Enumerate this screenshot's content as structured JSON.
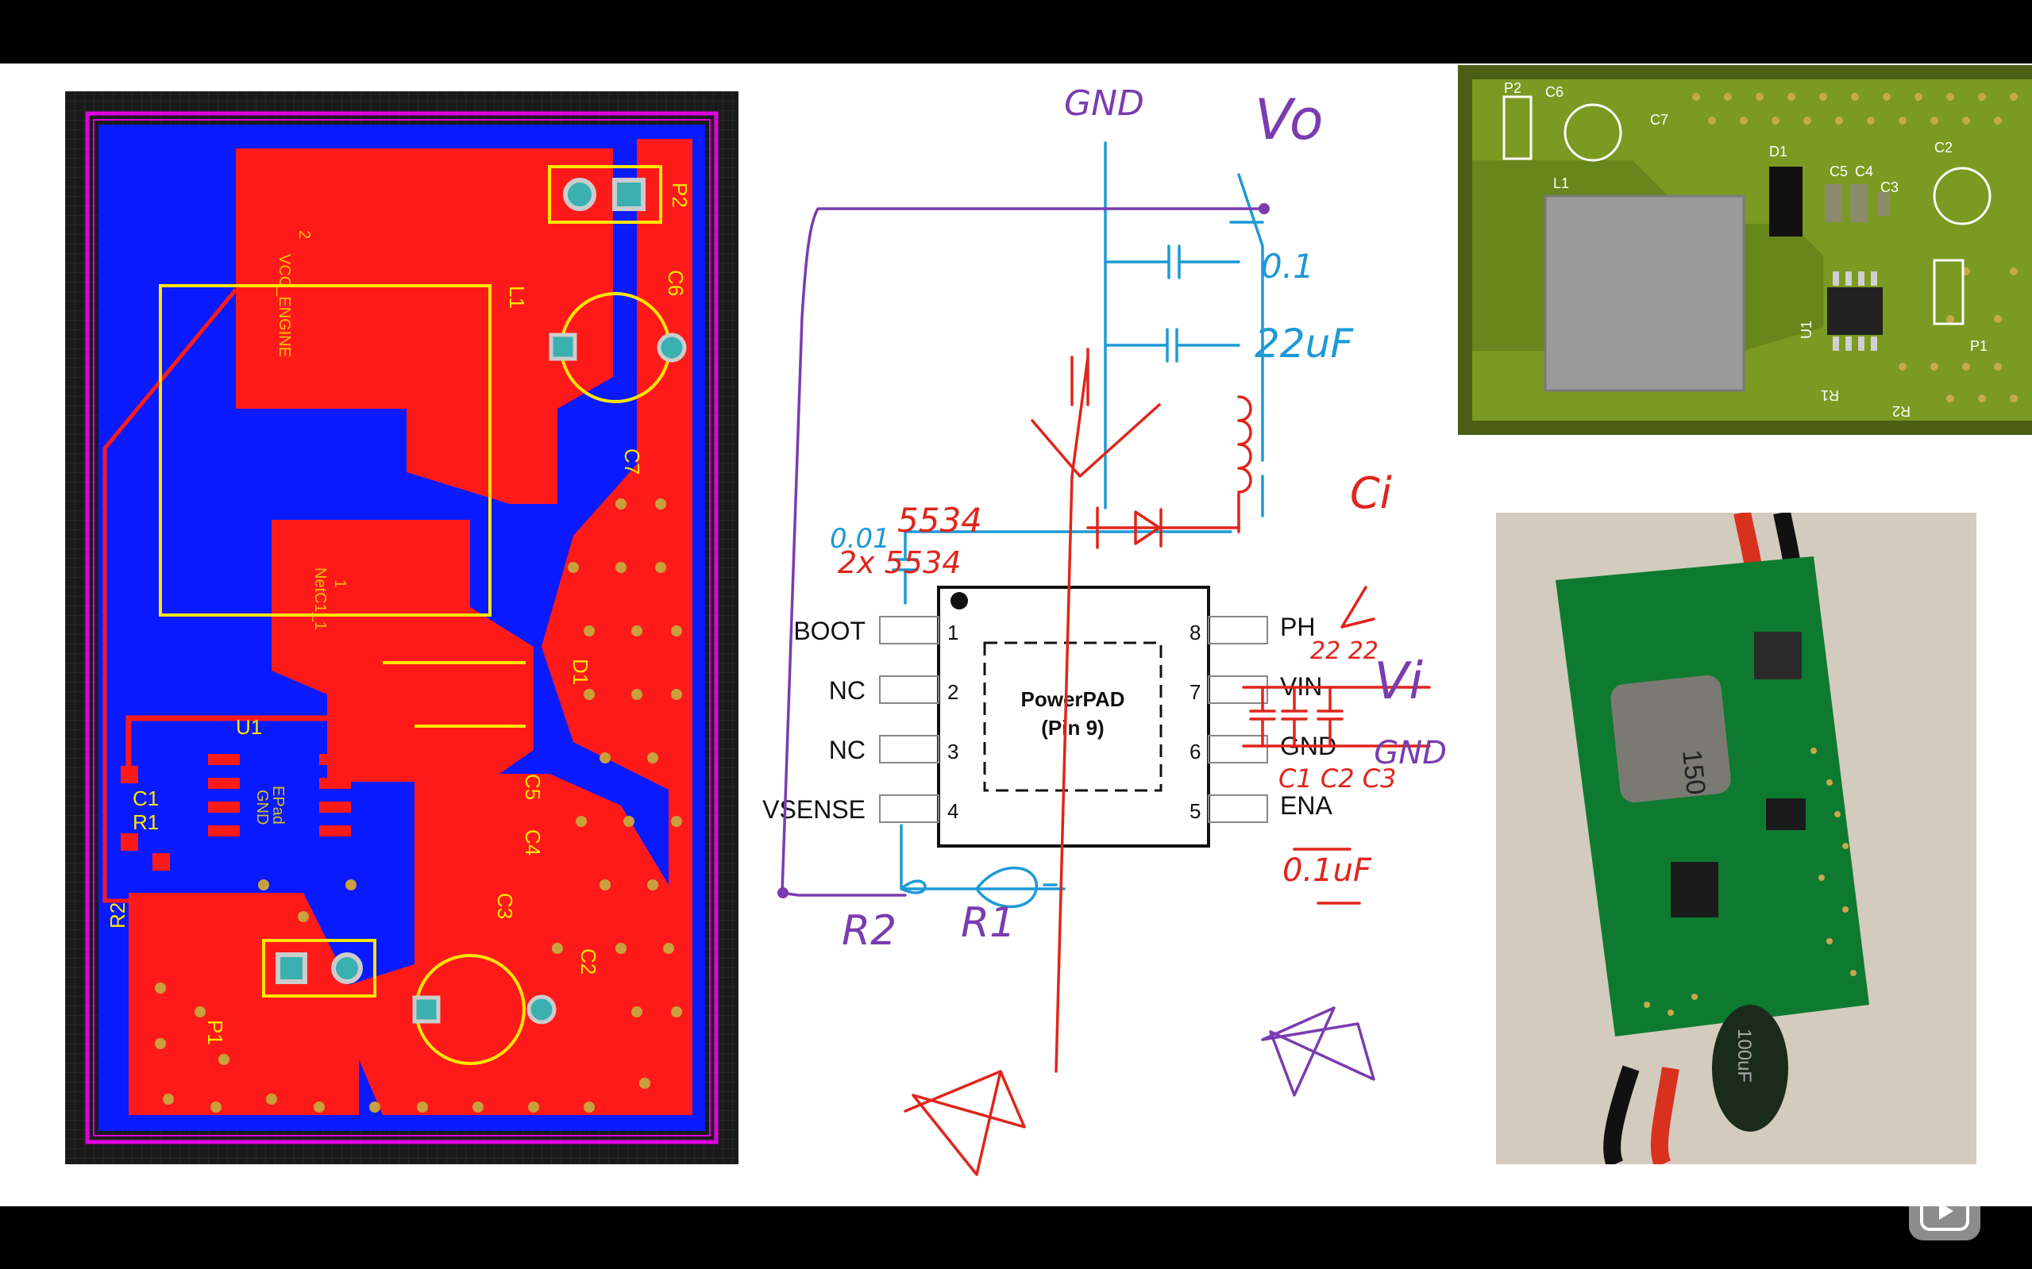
{
  "pcb_layout": {
    "ref_designators": [
      "P2",
      "L1",
      "C6",
      "C7",
      "D1",
      "U1",
      "C1",
      "R1",
      "R2",
      "C5",
      "C4",
      "C3",
      "C2",
      "P1"
    ],
    "net_labels": {
      "vcc_num": "2",
      "vcc_name": "VCC_ENGINE",
      "net1_num": "1",
      "net1_name": "NetC1_1",
      "epad": "EPad",
      "gnd": "GND"
    },
    "colors": {
      "top_copper": "#ff1a1a",
      "bottom_copper": "#0a1aff",
      "silkscreen": "#ffe600",
      "outline": "#e000e0"
    }
  },
  "schematic": {
    "ic": {
      "pad_line1": "PowerPAD",
      "pad_line2": "(Pin 9)",
      "left_pins": [
        {
          "num": "1",
          "name": "BOOT"
        },
        {
          "num": "2",
          "name": "NC"
        },
        {
          "num": "3",
          "name": "NC"
        },
        {
          "num": "4",
          "name": "VSENSE"
        }
      ],
      "right_pins": [
        {
          "num": "8",
          "name": "PH"
        },
        {
          "num": "7",
          "name": "VIN"
        },
        {
          "num": "6",
          "name": "GND"
        },
        {
          "num": "5",
          "name": "ENA"
        }
      ]
    },
    "handwritten": {
      "gnd_top": "GND",
      "vo": "Vo",
      "cap_01": "0.1",
      "cap_22uf": "22uF",
      "ci": "Ci",
      "boot_cap": "0.01",
      "diode_top": "5534",
      "diode_2x": "2x 5534",
      "ph_cap": "22 22",
      "vi": "Vi",
      "gnd_right": "GND",
      "caps_c": "C1 C2 C3",
      "cap_01uf": "0.1uF",
      "r2": "R2",
      "r1": "R1"
    }
  },
  "render_3d": {
    "labels": [
      "P2",
      "C6",
      "C7",
      "L1",
      "D1",
      "C5",
      "C4",
      "C3",
      "C2",
      "U1",
      "R1",
      "R2",
      "P1"
    ]
  },
  "photo": {
    "inductor_marking": "150",
    "cap_marking": "100uF"
  },
  "overlay": {
    "play_icon": "play-icon"
  }
}
